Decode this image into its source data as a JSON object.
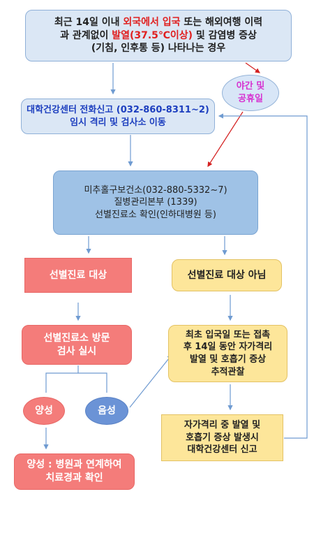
{
  "top": {
    "lines": [
      {
        "a": "최근 14일 이내 ",
        "b": "외국에서 입국",
        "c": " 또는 해외여행 이력"
      },
      {
        "a": "과 관계없이 ",
        "b": "발열(37.5℃이상)",
        "c": " 및 감염병 증상"
      },
      {
        "a": "(기침, 인후통 등) 나타나는 경우",
        "b": "",
        "c": ""
      }
    ]
  },
  "night": [
    "야간 및",
    "공휴일"
  ],
  "center_call": [
    "대학건강센터 전화신고 (032-860-8311~2)",
    "임시 격리 및 검사소 이동"
  ],
  "health_center": [
    "미추홀구보건소(032-880-5332~7)",
    "질병관리본부 (1339)",
    "선별진료소 확인(인하대병원 등)"
  ],
  "target": "선별진료 대상",
  "not_target": "선별진료 대상 아님",
  "visit": [
    "선별진료소 방문",
    "검사 실시"
  ],
  "monitor": [
    "최초 입국일 또는 접촉",
    "후 14일 동안 자가격리",
    "발열 및 호흡기 증상",
    "추적관찰"
  ],
  "positive": "양성",
  "negative": "음성",
  "report": [
    "자가격리 중 발열 및",
    "호흡기 증상 발생시",
    "대학건강센터 신고"
  ],
  "positive_result": [
    "양성 : 병원과 연계하여",
    "치료경과 확인"
  ],
  "colors": {
    "arrow_blue": "#6f9bd1",
    "arrow_red": "#d42020",
    "salmon": "#f47c7a",
    "yellow": "#fde69a",
    "light_blue": "#dbe7f5",
    "mid_blue": "#9fc2e6"
  }
}
